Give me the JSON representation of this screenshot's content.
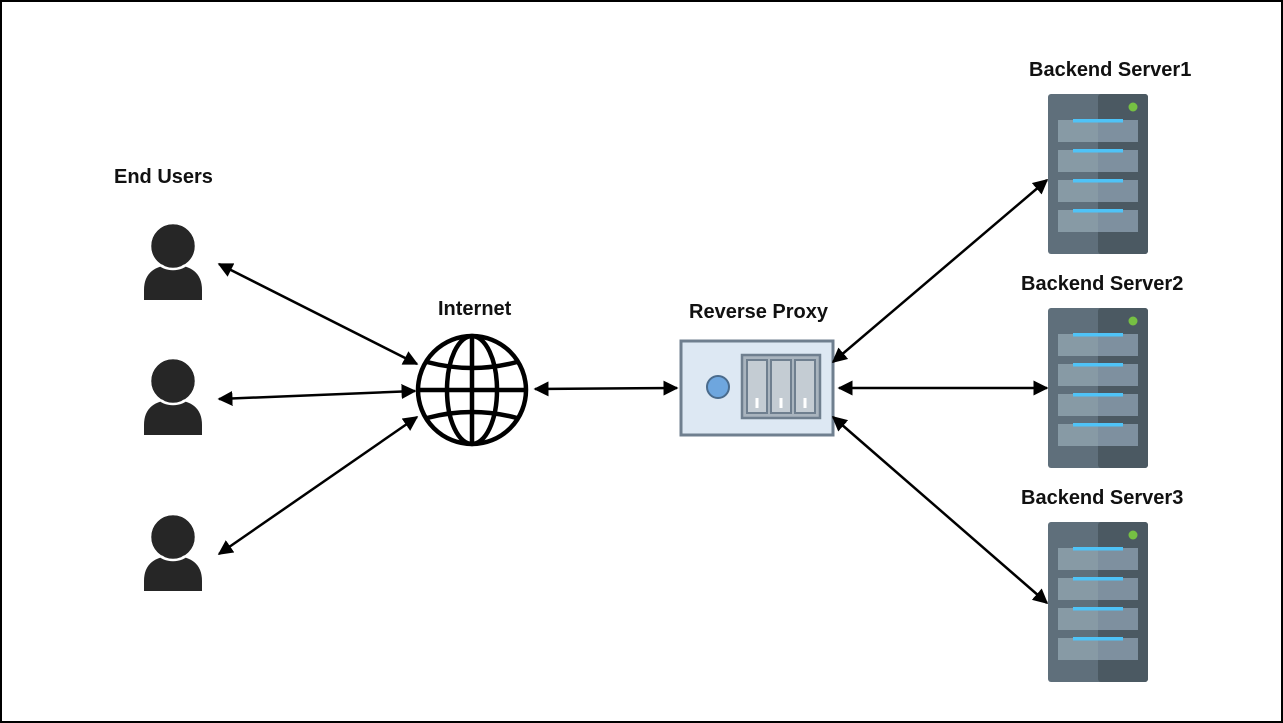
{
  "labels": {
    "end_users": "End Users",
    "internet": "Internet",
    "reverse_proxy": "Reverse Proxy",
    "backend_1": "Backend Server1",
    "backend_2": "Backend Server2",
    "backend_3": "Backend Server3"
  },
  "colors": {
    "user": "#262626",
    "server_body": "#5f6f7b",
    "server_body_shade": "#4b5962",
    "server_slot": "#879aa5",
    "server_led_bar": "#4fc3f7",
    "server_power": "#76c043",
    "proxy_fill": "#dde8f3",
    "proxy_border": "#6f7f8f",
    "proxy_button": "#6ea6de",
    "proxy_bay": "#a9b4be",
    "arrow": "#000000"
  },
  "icons": {
    "user": "user-icon",
    "globe": "globe-icon",
    "proxy": "proxy-appliance-icon",
    "server": "server-rack-icon"
  }
}
